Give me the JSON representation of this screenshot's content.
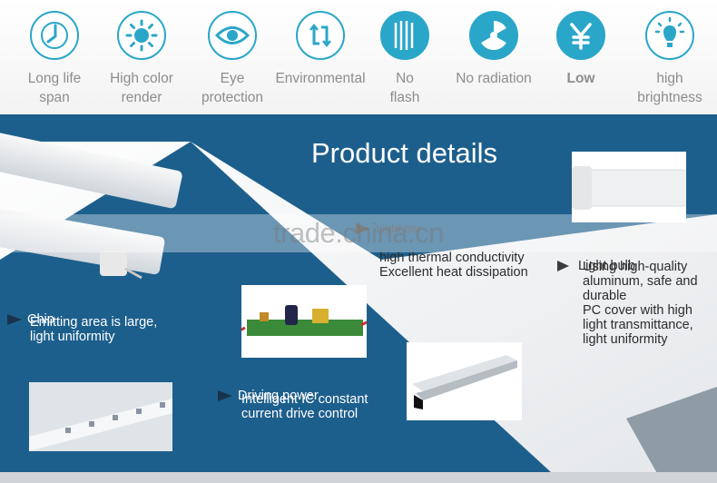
{
  "features": [
    {
      "icon": "clock-icon",
      "label": "Long life\nspan"
    },
    {
      "icon": "sun-icon",
      "label": "High color\nrender"
    },
    {
      "icon": "eye-icon",
      "label": "Eye\nprotection"
    },
    {
      "icon": "recycle-icon",
      "label": "Environmental"
    },
    {
      "icon": "vertical-lines-icon",
      "label": "No\nflash"
    },
    {
      "icon": "radiation-icon",
      "label": "No radiation"
    },
    {
      "icon": "yen-icon",
      "label": "Low"
    },
    {
      "icon": "bulb-icon",
      "label": "high\nbrightness"
    }
  ],
  "colors": {
    "accent": "#2aa6c9",
    "panel_blue": "#1d5f8c",
    "title_bg": "#1d5f8c"
  },
  "product": {
    "title": "Product details",
    "watermark": "trade.china.cn",
    "callouts": {
      "light_bar": {
        "heading": "Light bar",
        "text": "high thermal conductivity\nExcellent heat dissipation"
      },
      "light_bulb": {
        "heading": "Light bulb",
        "text": "Using high-quality\naluminum, safe and\ndurable\nPC cover with high\nlight transmittance,\n light uniformity"
      },
      "chip": {
        "heading": "Chip",
        "text": "Emitting area is large,\n light uniformity"
      },
      "driving_power": {
        "heading": "Driving power",
        "text": "Intelligent IC constant\ncurrent drive control"
      }
    }
  }
}
